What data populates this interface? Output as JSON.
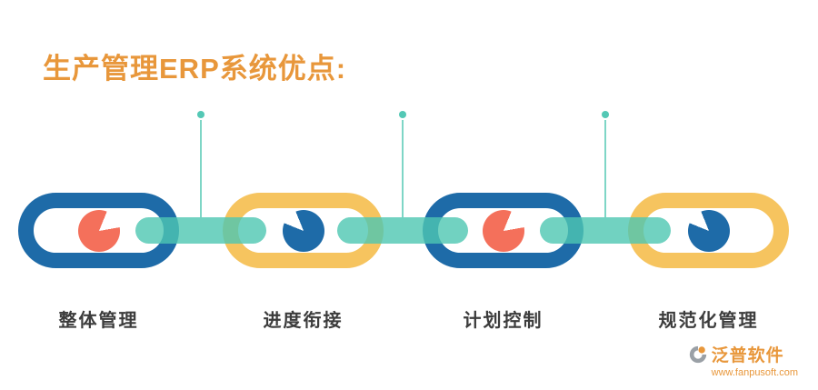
{
  "page": {
    "title": "生产管理ERP系统优点:"
  },
  "colors": {
    "title_orange": "#E8973B",
    "ring_blue": "#1E6BA8",
    "ring_yellow": "#F6C45F",
    "connector_teal": "#7ED6C6",
    "pie_coral": "#F4705B",
    "pie_blue": "#1E6BA8",
    "label_text": "#3C3C3C"
  },
  "chain": {
    "links": [
      {
        "label": "整体管理",
        "ring_color": "#1E6BA8",
        "pie_color": "#F4705B",
        "icon": "pie-chart-icon"
      },
      {
        "label": "进度衔接",
        "ring_color": "#F6C45F",
        "pie_color": "#1E6BA8",
        "icon": "pie-chart-icon"
      },
      {
        "label": "计划控制",
        "ring_color": "#1E6BA8",
        "pie_color": "#F4705B",
        "icon": "pie-chart-icon"
      },
      {
        "label": "规范化管理",
        "ring_color": "#F6C45F",
        "pie_color": "#1E6BA8",
        "icon": "pie-chart-icon"
      }
    ]
  },
  "footer": {
    "brand": "泛普软件",
    "url": "www.fanpusoft.com",
    "logo_icon": "fanpu-logo-icon"
  }
}
